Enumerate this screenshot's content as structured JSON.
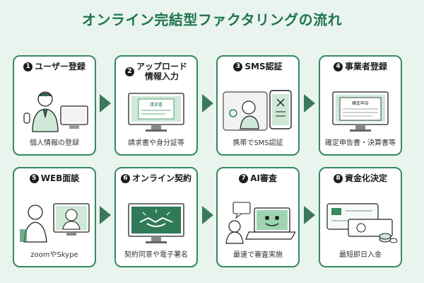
{
  "title": "オンライン完結型ファクタリングの流れ",
  "steps": [
    {
      "num": "1",
      "title": "ユーザー登録",
      "caption": "個人情報の登録"
    },
    {
      "num": "2",
      "title": "アップロード\n情報入力",
      "caption": "請求書や身分証等",
      "illus_text": "請求書"
    },
    {
      "num": "3",
      "title": "SMS認証",
      "caption": "携帯でSMS認証"
    },
    {
      "num": "4",
      "title": "事業者登録",
      "caption": "確定申告書・決算書等",
      "illus_text": "確定申告"
    },
    {
      "num": "5",
      "title": "WEB面談",
      "caption": "zoomやSkype"
    },
    {
      "num": "6",
      "title": "オンライン契約",
      "caption": "契約同意や電子署名"
    },
    {
      "num": "7",
      "title": "AI審査",
      "caption": "最速で審査実施"
    },
    {
      "num": "8",
      "title": "資金化決定",
      "caption": "最短即日入金"
    }
  ],
  "colors": {
    "accent": "#1f7452",
    "border": "#37895f",
    "arrow": "#3a7a5a",
    "background": "#e9f4ee",
    "screen": "#cfe8d7"
  }
}
